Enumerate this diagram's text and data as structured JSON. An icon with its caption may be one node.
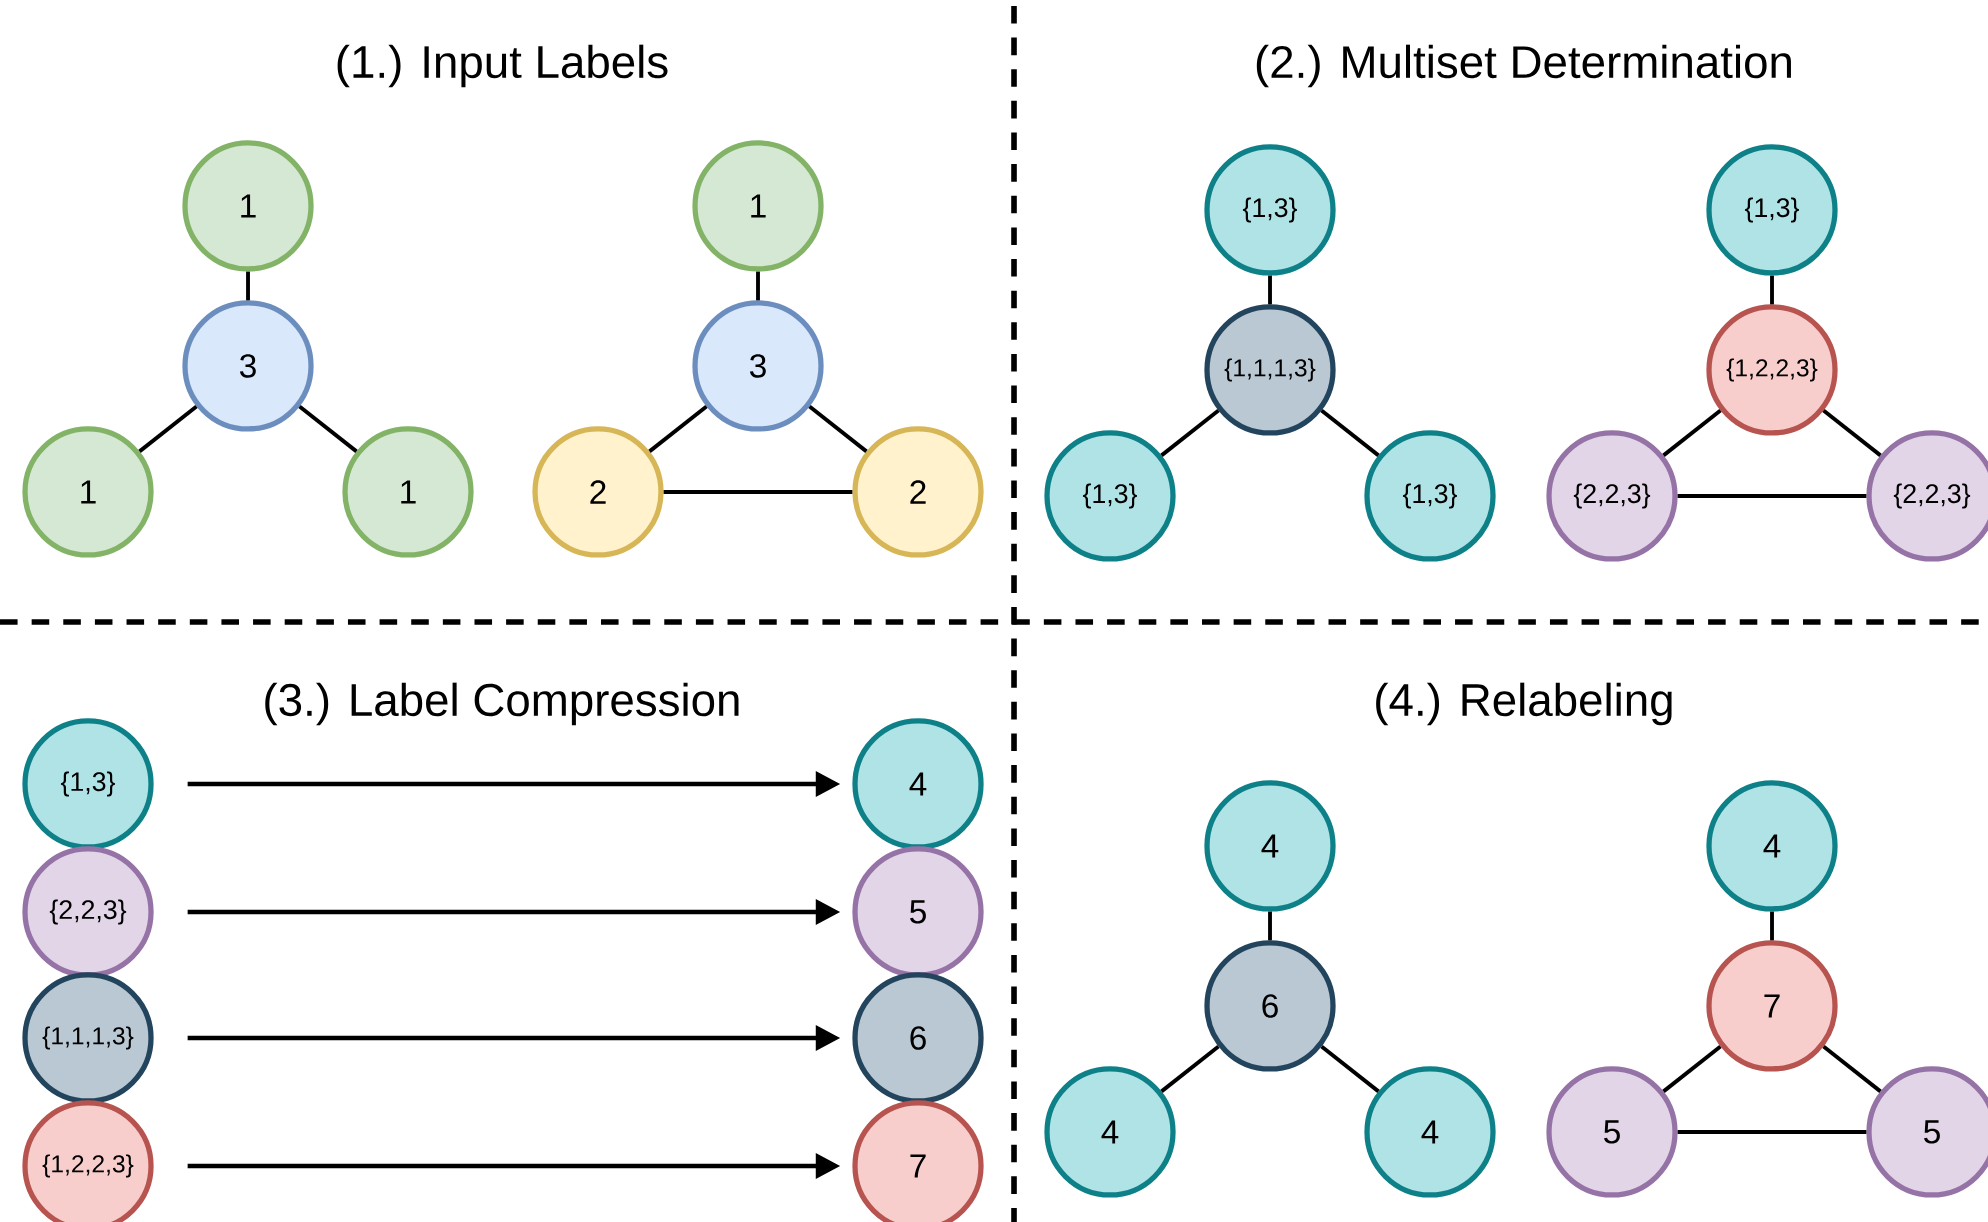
{
  "diagram": {
    "nodes": [
      {
        "text": [
          "1"
        ]
      },
      {
        "text": [
          "3"
        ]
      },
      {
        "text": [
          "1"
        ]
      },
      {
        "text": [
          "1"
        ]
      },
      {
        "text": [
          "1"
        ]
      },
      {
        "text": [
          "3"
        ]
      },
      {
        "text": [
          "2"
        ]
      },
      {
        "text": [
          "2"
        ]
      },
      {
        "text": [
          "{1,3}"
        ]
      },
      {
        "text": [
          "{1,1,1,3}"
        ]
      },
      {
        "text": [
          "{1,3}"
        ]
      },
      {
        "text": [
          "{1,3}"
        ]
      },
      {
        "text": [
          "{1,3}"
        ]
      },
      {
        "text": [
          "{1,2,2,3}"
        ]
      },
      {
        "text": [
          "{2,2,3}"
        ]
      },
      {
        "text": [
          "{2,2,3}"
        ]
      },
      {
        "text": [
          "{1,3}"
        ]
      },
      {
        "text": [
          "{2,2,3}"
        ]
      },
      {
        "text": [
          "{1,1,1,3}"
        ]
      },
      {
        "text": [
          "{1,2,2,3}"
        ]
      },
      {
        "text": [
          "4"
        ]
      },
      {
        "text": [
          "5"
        ]
      },
      {
        "text": [
          "6"
        ]
      },
      {
        "text": [
          "7"
        ]
      },
      {
        "text": [
          "4"
        ]
      },
      {
        "text": [
          "6"
        ]
      },
      {
        "text": [
          "4"
        ]
      },
      {
        "text": [
          "4"
        ]
      },
      {
        "text": [
          "4"
        ]
      },
      {
        "text": [
          "7"
        ]
      },
      {
        "text": [
          "5"
        ]
      },
      {
        "text": [
          "5"
        ]
      }
    ],
    "edges": [
      {
        "from": 0,
        "to": 1,
        "arrow": "none"
      },
      {
        "from": 1,
        "to": 2,
        "arrow": "none"
      },
      {
        "from": 1,
        "to": 3,
        "arrow": "none"
      },
      {
        "from": 4,
        "to": 5,
        "arrow": "none"
      },
      {
        "from": 5,
        "to": 6,
        "arrow": "none"
      },
      {
        "from": 5,
        "to": 7,
        "arrow": "none"
      },
      {
        "from": 6,
        "to": 7,
        "arrow": "none"
      },
      {
        "from": 8,
        "to": 9,
        "arrow": "none"
      },
      {
        "from": 9,
        "to": 10,
        "arrow": "none"
      },
      {
        "from": 9,
        "to": 11,
        "arrow": "none"
      },
      {
        "from": 12,
        "to": 13,
        "arrow": "none"
      },
      {
        "from": 13,
        "to": 14,
        "arrow": "none"
      },
      {
        "from": 13,
        "to": 15,
        "arrow": "none"
      },
      {
        "from": 14,
        "to": 15,
        "arrow": "none"
      },
      {
        "from": 16,
        "to": 20,
        "arrow": "to"
      },
      {
        "from": 17,
        "to": 21,
        "arrow": "to"
      },
      {
        "from": 18,
        "to": 22,
        "arrow": "to"
      },
      {
        "from": 19,
        "to": 23,
        "arrow": "to"
      },
      {
        "from": 24,
        "to": 25,
        "arrow": "none"
      },
      {
        "from": 25,
        "to": 26,
        "arrow": "none"
      },
      {
        "from": 25,
        "to": 27,
        "arrow": "none"
      },
      {
        "from": 28,
        "to": 29,
        "arrow": "none"
      },
      {
        "from": 29,
        "to": 30,
        "arrow": "none"
      },
      {
        "from": 29,
        "to": 31,
        "arrow": "none"
      },
      {
        "from": 30,
        "to": 31,
        "arrow": "none"
      }
    ],
    "labels": [
      "(1.) Input Labels",
      "(2.) Multiset Determination",
      "(3.) Label Compression",
      "(4.) Relabeling"
    ]
  }
}
